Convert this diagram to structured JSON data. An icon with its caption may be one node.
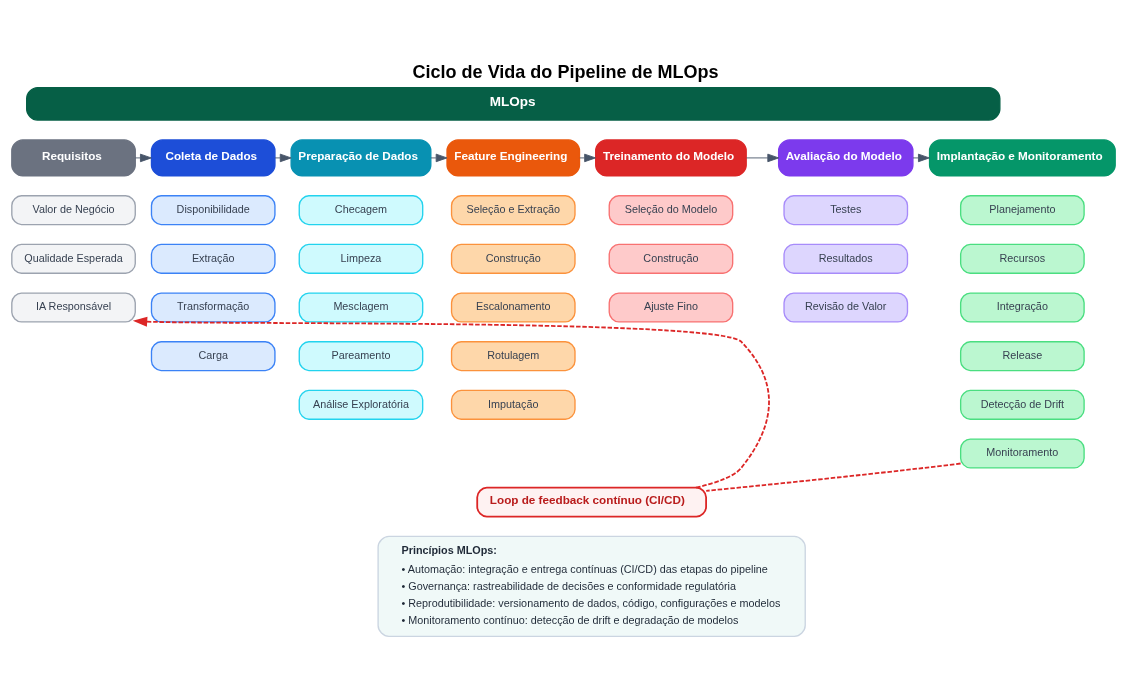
{
  "diagram": {
    "title": "Ciclo de Vida do Pipeline de MLOps",
    "nodes": [
      {
        "text": [
          "MLOps"
        ]
      },
      {
        "text": [
          "Requisitos"
        ]
      },
      {
        "text": [
          "Coleta de Dados"
        ]
      },
      {
        "text": [
          "Preparação de Dados"
        ]
      },
      {
        "text": [
          "Feature Engineering"
        ]
      },
      {
        "text": [
          "Treinamento do Modelo"
        ]
      },
      {
        "text": [
          "Avaliação do Modelo"
        ]
      },
      {
        "text": [
          "Implantação e Monitoramento"
        ]
      },
      {
        "text": [
          "Valor de Negócio"
        ]
      },
      {
        "text": [
          "Qualidade Esperada"
        ]
      },
      {
        "text": [
          "IA Responsável"
        ]
      },
      {
        "text": [
          "Disponibilidade"
        ]
      },
      {
        "text": [
          "Extração"
        ]
      },
      {
        "text": [
          "Transformação"
        ]
      },
      {
        "text": [
          "Carga"
        ]
      },
      {
        "text": [
          "Checagem"
        ]
      },
      {
        "text": [
          "Limpeza"
        ]
      },
      {
        "text": [
          "Mesclagem"
        ]
      },
      {
        "text": [
          "Pareamento"
        ]
      },
      {
        "text": [
          "Análise Exploratória"
        ]
      },
      {
        "text": [
          "Seleção e Extração"
        ]
      },
      {
        "text": [
          "Construção"
        ]
      },
      {
        "text": [
          "Escalonamento"
        ]
      },
      {
        "text": [
          "Rotulagem"
        ]
      },
      {
        "text": [
          "Imputação"
        ]
      },
      {
        "text": [
          "Seleção do Modelo"
        ]
      },
      {
        "text": [
          "Construção"
        ]
      },
      {
        "text": [
          "Ajuste Fino"
        ]
      },
      {
        "text": [
          "Testes"
        ]
      },
      {
        "text": [
          "Resultados"
        ]
      },
      {
        "text": [
          "Revisão de Valor"
        ]
      },
      {
        "text": [
          "Planejamento"
        ]
      },
      {
        "text": [
          "Recursos"
        ]
      },
      {
        "text": [
          "Integração"
        ]
      },
      {
        "text": [
          "Release"
        ]
      },
      {
        "text": [
          "Detecção de Drift"
        ]
      },
      {
        "text": [
          "Monitoramento"
        ]
      },
      {
        "text": [
          "Loop de feedback contínuo (CI/CD)"
        ]
      },
      {
        "text": [
          "Princípios MLOps:",
          "• Automação: integração e entrega contínuas (CI/CD) das etapas do pipeline",
          "• Governança: rastreabilidade de decisões e conformidade regulatória",
          "• Reprodutibilidade: versionamento de dados, código, configurações e modelos",
          "• Monitoramento contínuo: detecção de drift e degradação de modelos"
        ]
      }
    ],
    "edges": [
      {
        "from": 1,
        "to": 2,
        "arrow": "to"
      },
      {
        "from": 2,
        "to": 3,
        "arrow": "to"
      },
      {
        "from": 3,
        "to": 4,
        "arrow": "to"
      },
      {
        "from": 4,
        "to": 5,
        "arrow": "to"
      },
      {
        "from": 5,
        "to": 6,
        "arrow": "to"
      },
      {
        "from": 6,
        "to": 7,
        "arrow": "to"
      },
      {
        "from": 36,
        "to": 37,
        "arrow": "none",
        "style": "dashed",
        "color": "#dc2626"
      },
      {
        "from": 37,
        "to": 10,
        "arrow": "to",
        "style": "dashed",
        "color": "#dc2626"
      }
    ]
  }
}
